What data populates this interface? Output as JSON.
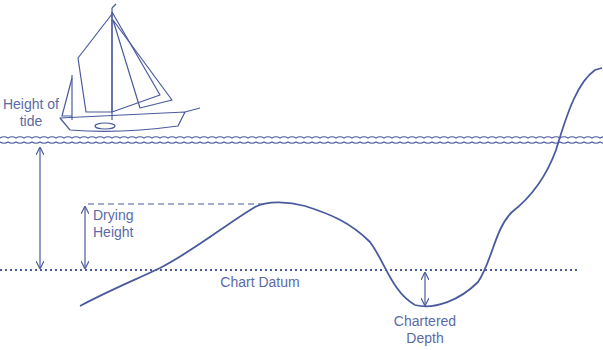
{
  "diagram": {
    "labels": [
      "Height of tide",
      "Drying Height",
      "Chart Datum",
      "Chartered Depth"
    ]
  }
}
